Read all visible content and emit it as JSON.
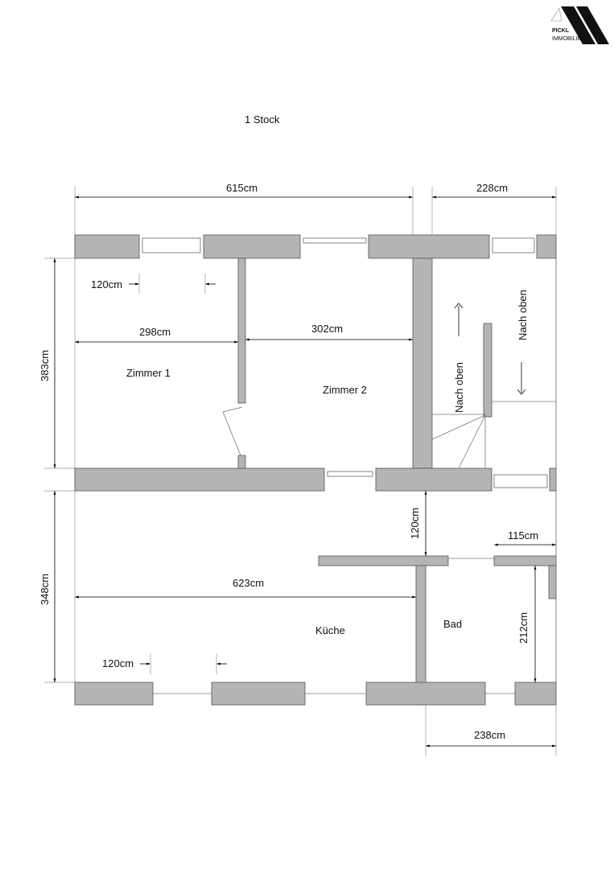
{
  "logo": {
    "line1": "PICKL",
    "line2": "IMMOBILIEN"
  },
  "title": "1 Stock",
  "rooms": {
    "zimmer1": "Zimmer 1",
    "zimmer2": "Zimmer 2",
    "kueche": "Küche",
    "bad": "Bad",
    "stairs_left": "Nach oben",
    "stairs_right": "Nach oben"
  },
  "dimensions": {
    "top_left": "615cm",
    "top_right": "228cm",
    "height_upper": "383cm",
    "height_lower": "348cm",
    "window_upper": "120cm",
    "zimmer1_width": "298cm",
    "zimmer2_width": "302cm",
    "hall_depth": "120cm",
    "bad_door": "115cm",
    "kitchen_width": "623cm",
    "bad_height": "212cm",
    "window_lower": "120cm",
    "bad_width": "238cm"
  }
}
